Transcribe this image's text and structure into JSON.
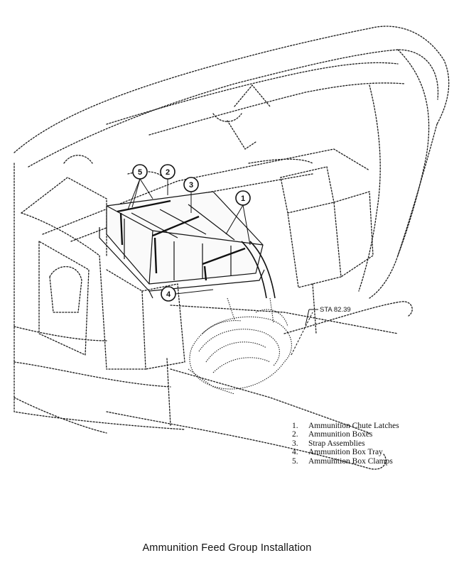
{
  "callouts": [
    {
      "number": "5"
    },
    {
      "number": "2"
    },
    {
      "number": "3"
    },
    {
      "number": "1"
    },
    {
      "number": "4"
    }
  ],
  "station_label": "STA 82.39",
  "legend": [
    {
      "number": "1.",
      "text": "Ammunition Chute Latches"
    },
    {
      "number": "2.",
      "text": "Ammunition Boxes"
    },
    {
      "number": "3.",
      "text": "Strap Assemblies"
    },
    {
      "number": "4.",
      "text": "Ammunition Box Tray"
    },
    {
      "number": "5.",
      "text": "Ammunition Box Clamps"
    }
  ],
  "caption": "Ammunition Feed Group Installation"
}
